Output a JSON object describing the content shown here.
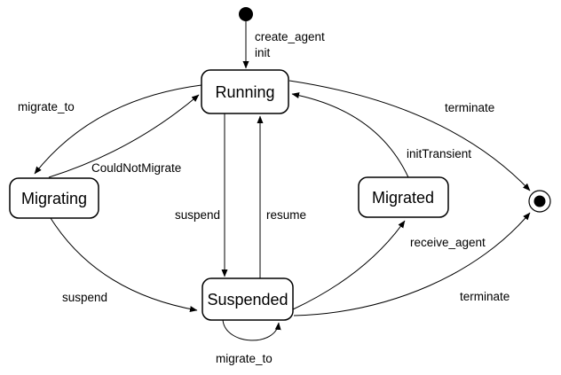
{
  "diagram": {
    "type": "uml-state-machine",
    "colors": {
      "background": "#ffffff",
      "stroke": "#000000",
      "text": "#000000"
    },
    "states": {
      "running": {
        "label": "Running"
      },
      "migrating": {
        "label": "Migrating"
      },
      "migrated": {
        "label": "Migrated"
      },
      "suspended": {
        "label": "Suspended"
      }
    },
    "pseudostates": {
      "initial": {
        "kind": "initial-state-dot"
      },
      "final": {
        "kind": "final-state-double-circle"
      }
    },
    "transitions": {
      "initial_to_running": {
        "from": "initial",
        "to": "running",
        "events": [
          "create_agent",
          "init"
        ]
      },
      "running_to_migrating": {
        "from": "running",
        "to": "migrating",
        "label": "migrate_to"
      },
      "migrating_to_running": {
        "from": "migrating",
        "to": "running",
        "label": "CouldNotMigrate"
      },
      "running_to_suspended": {
        "from": "running",
        "to": "suspended",
        "label": "suspend"
      },
      "suspended_to_running": {
        "from": "suspended",
        "to": "running",
        "label": "resume"
      },
      "migrated_to_running": {
        "from": "migrated",
        "to": "running",
        "label": "initTransient"
      },
      "running_to_final": {
        "from": "running",
        "to": "final",
        "label": "terminate"
      },
      "suspended_to_migrated": {
        "from": "suspended",
        "to": "migrated",
        "label": "receive_agent"
      },
      "suspended_to_final": {
        "from": "suspended",
        "to": "final",
        "label": "terminate"
      },
      "migrating_to_suspended": {
        "from": "migrating",
        "to": "suspended",
        "label": "suspend"
      },
      "suspended_to_suspended": {
        "from": "suspended",
        "to": "suspended",
        "label": "migrate_to"
      }
    }
  }
}
